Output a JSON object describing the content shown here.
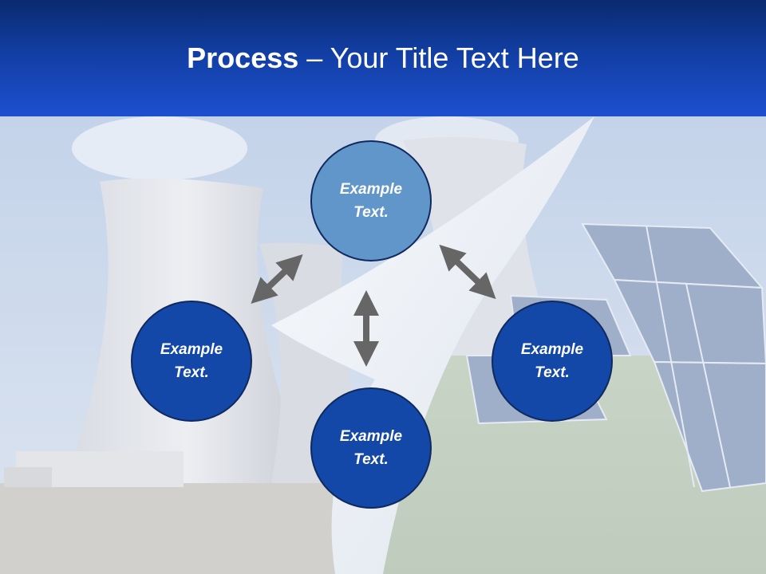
{
  "header": {
    "title_bold": "Process",
    "title_rest": " – Your Title Text Here"
  },
  "nodes": {
    "top": "Example Text.",
    "left": "Example Text.",
    "right": "Example Text.",
    "bottom": "Example Text."
  },
  "colors": {
    "header_blue": "#123ea3",
    "node_dark": "#1347a8",
    "node_light": "#6096c9",
    "arrow_gray": "#666666"
  },
  "icons": [
    "double-arrow-icon"
  ]
}
